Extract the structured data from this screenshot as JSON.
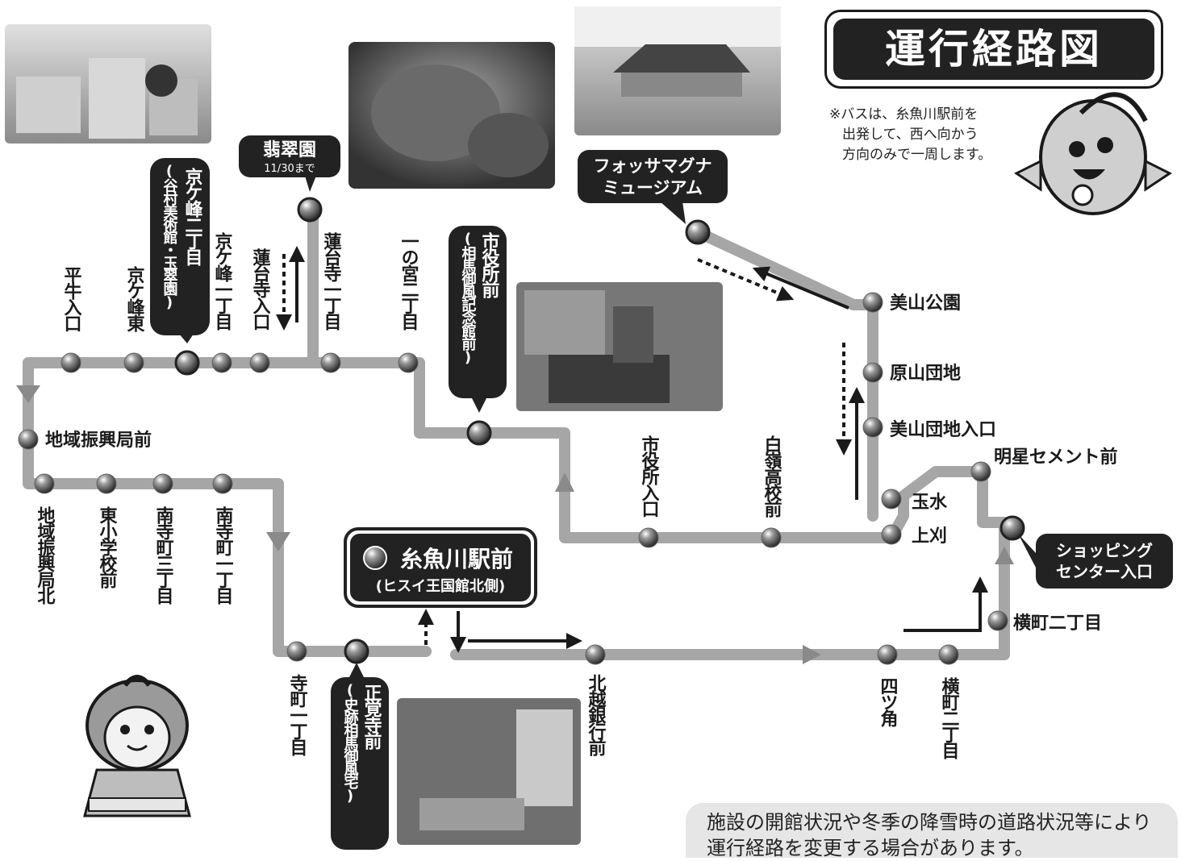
{
  "title": "運行経路図",
  "note_lines": [
    "※バスは、糸魚川駅前を",
    "出発して、西へ向かう",
    "方向のみで一周します。"
  ],
  "footer_lines": [
    "施設の開館状況や冬季の降雪時の道路状況等により",
    "運行経路を変更する場合があります。"
  ],
  "start_stop": {
    "name": "糸魚川駅前",
    "sub": "(ヒスイ王国館北側)"
  },
  "stops": {
    "hiraushi": "平牛入口",
    "kyogamine_higashi": "京ケ峰東",
    "kyogamine2_main": "京ケ峰二丁目",
    "kyogamine2_sub": "(谷村美術館・玉翠園)",
    "kyogamine1": "京ケ峰一丁目",
    "rendaiji_iriguchi": "蓮台寺入口",
    "hisuien": "翡翠園",
    "hisuien_note": "11/30まで",
    "rendaiji1": "蓮台寺一丁目",
    "ichinomiya2": "一の宮二丁目",
    "shiyakusho_mae_main": "市役所前",
    "shiyakusho_mae_sub": "(相馬御風記念館前)",
    "chiiki_shinko_mae": "地域振興局前",
    "chiiki_shinko_kita": "地域振興局北",
    "higashi_shogakko": "東小学校前",
    "minamiteramachi3": "南寺町三丁目",
    "minamiteramachi1": "南寺町一丁目",
    "teramachi1": "寺町一丁目",
    "shokakuji_main": "正覚寺前",
    "shokakuji_sub": "(史跡相馬御風宅)",
    "hokuetsu": "北越銀行前",
    "shiyakusho_iriguchi": "市役所入口",
    "hakurei": "白嶺高校前",
    "fossa_magna": "フォッサマグナ\nミュージアム",
    "miyama_koen": "美山公園",
    "harayama": "原山団地",
    "miyama_danchi": "美山団地入口",
    "myojo": "明星セメント前",
    "tamasui": "玉水",
    "kamigari": "上刈",
    "shopping": "ショッピング\nセンター入口",
    "yokomachi2_right": "横町二丁目",
    "yotsukado": "四ツ角",
    "yokomachi2_bottom": "横町二丁目"
  },
  "colors": {
    "route": "#a6a6a6",
    "dark": "#222222",
    "stop": "#555555"
  }
}
